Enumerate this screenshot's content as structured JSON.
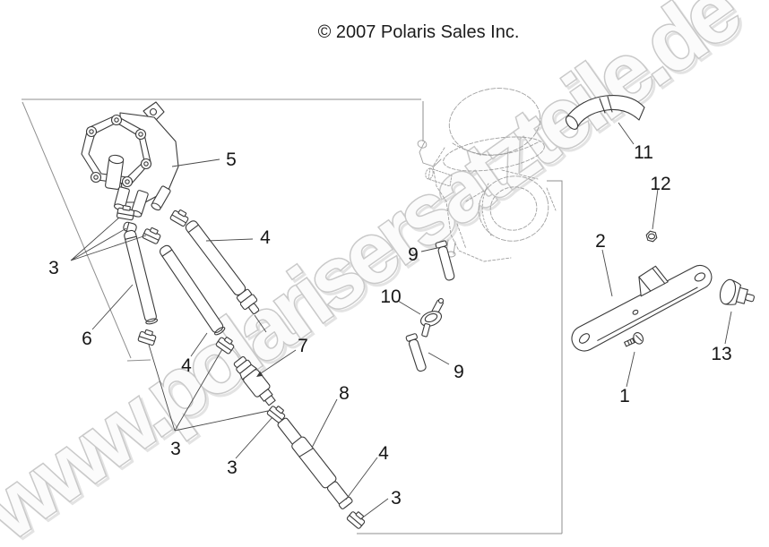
{
  "copyright": {
    "text": "© 2007 Polaris Sales Inc."
  },
  "watermark": {
    "text": "www.polarisersatzteile.de"
  },
  "diagram": {
    "description_parts": [
      "fuel-pump",
      "hoses",
      "clamps",
      "inline-filter",
      "carburetor-ghost",
      "vent-hose",
      "bracket",
      "nut",
      "screw",
      "damper",
      "check-valve",
      "vent-tubes"
    ],
    "callouts": [
      {
        "ref": "5"
      },
      {
        "ref": "4"
      },
      {
        "ref": "3"
      },
      {
        "ref": "6"
      },
      {
        "ref": "4"
      },
      {
        "ref": "3"
      },
      {
        "ref": "7"
      },
      {
        "ref": "8"
      },
      {
        "ref": "3"
      },
      {
        "ref": "4"
      },
      {
        "ref": "3"
      },
      {
        "ref": "9"
      },
      {
        "ref": "10"
      },
      {
        "ref": "9"
      },
      {
        "ref": "11"
      },
      {
        "ref": "12"
      },
      {
        "ref": "2"
      },
      {
        "ref": "13"
      },
      {
        "ref": "1"
      }
    ]
  },
  "colors": {
    "line": "#3a3a3a",
    "border": "#8f8f8f",
    "ghost_part": "#9f9f9f",
    "watermark_stroke": "#c9c9c9",
    "watermark_fill": "#fbfbfb",
    "text": "#1c1c1c",
    "background": "#ffffff"
  }
}
